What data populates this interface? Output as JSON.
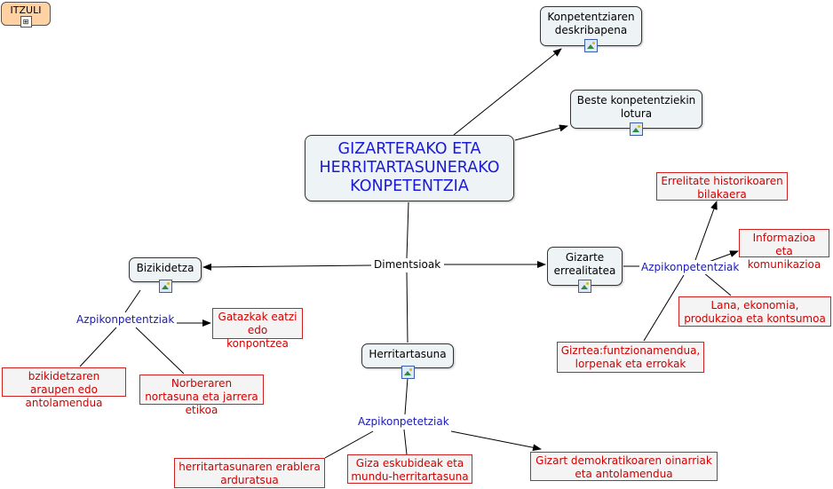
{
  "back_button": {
    "label": "ITZULI",
    "icon": "concept-map-icon"
  },
  "main_concept": {
    "label": "GIZARTERAKO ETA HERRITARTASUNERAKO KONPETENTZIA"
  },
  "concepts": {
    "deskribapena": "Konpetentziaren deskribapena",
    "lotura": "Beste konpetentziekin lotura",
    "bizikidetza": "Bizikidetza",
    "gizarte": "Gizarte errealitatea",
    "herritartasuna": "Herritartasuna"
  },
  "link_labels": {
    "dimentsioak": "Dimentsioak",
    "azpi_bizikidetza": "Azpikonpetentziak",
    "azpi_gizarte": "Azpikonpetentziak",
    "azpi_herritartasuna": "Azpikonpetetziak"
  },
  "leaves": {
    "gatazkak": "Gatazkak eatzi edo konpontzea",
    "arauak": "bzikidetzaren araupen edo antolamendua",
    "nortasuna": "Norberaren nortasuna eta jarrera etikoa",
    "errealitate": "Errelitate historikoaren bilakaera",
    "informazioa": "Informazioa eta komunikazioa",
    "lana": "Lana, ekonomia, produkzioa eta kontsumoa",
    "gizartea": "Gizrtea:funtzionamendua, lorpenak eta errokak",
    "erablera": "herritartasunaren erablera arduratsua",
    "giza": "Giza eskubideak eta mundu-herritartasuna",
    "demokratikoa": "Gizart demokratikoaren oinarriak eta antolamendua"
  },
  "colors": {
    "main_text": "#1a1ad6",
    "leaf_text": "#d10000",
    "leaf_border": "#d12020",
    "link_label_blue": "#1a1ab8",
    "node_bg": "#eef3f6",
    "back_button_bg": "#ffd1a3"
  },
  "node_icon": "image-icon"
}
